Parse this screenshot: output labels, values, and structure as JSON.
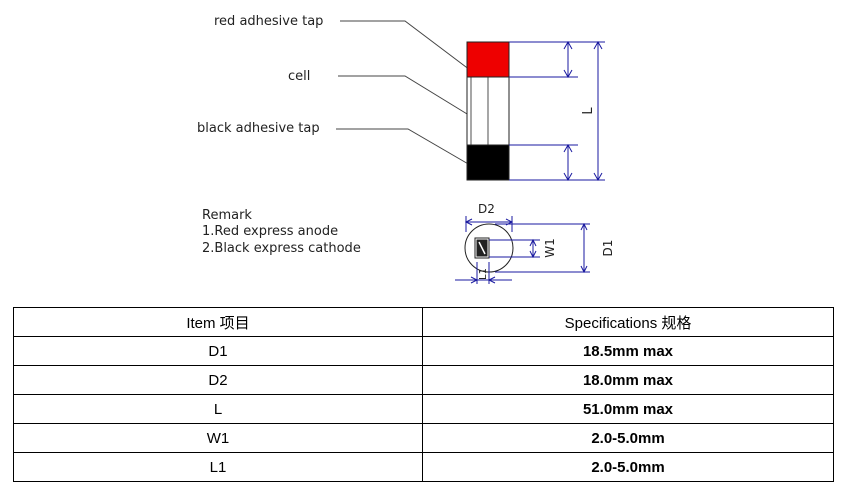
{
  "diagram": {
    "labels": {
      "red_tape": "red adhesive tap",
      "cell": "cell",
      "black_tape": "black adhesive tap",
      "dim_L": "L",
      "dim_D2": "D2",
      "dim_W1": "W1",
      "dim_D1": "D1",
      "dim_L1": "L1"
    },
    "remark": {
      "title": "Remark",
      "line1": "1.Red express anode",
      "line2": "2.Black express cathode"
    },
    "colors": {
      "red_tape": "#ee0000",
      "black_tape": "#000000",
      "cell": "#ffffff"
    }
  },
  "table": {
    "headers": [
      "Item 项目",
      "Specifications 规格"
    ],
    "rows": [
      {
        "item": "D1",
        "spec": "18.5mm max"
      },
      {
        "item": "D2",
        "spec": "18.0mm max"
      },
      {
        "item": "L",
        "spec": "51.0mm max"
      },
      {
        "item": "W1",
        "spec": "2.0-5.0mm"
      },
      {
        "item": "L1",
        "spec": "2.0-5.0mm"
      }
    ]
  }
}
